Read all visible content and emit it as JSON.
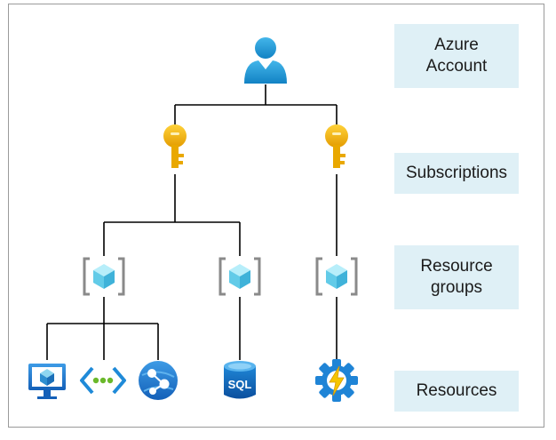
{
  "levels": {
    "account": "Azure\nAccount",
    "subscriptions": "Subscriptions",
    "resource_groups": "Resource\ngroups",
    "resources": "Resources"
  },
  "resource_icons": {
    "sql_text": "SQL"
  },
  "colors": {
    "label_bg": "#dff0f6",
    "line": "#000000",
    "user": "#2aa0d8",
    "key": "#f2b705",
    "cube": "#59c9e8",
    "bracket": "#8a8a8a",
    "vm": "#1e73c8",
    "lightning": "#f5c500"
  }
}
